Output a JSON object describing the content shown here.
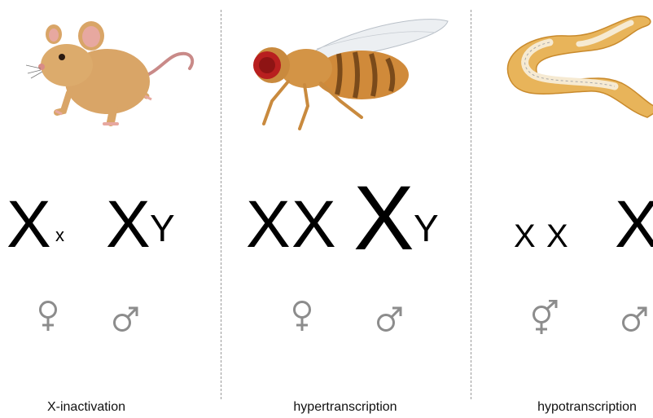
{
  "panels": [
    {
      "organism": "mouse",
      "female_chromosomes": [
        "X",
        "x"
      ],
      "male_chromosomes": [
        "X",
        "Y"
      ],
      "female_symbol": "♀",
      "male_symbol": "♂",
      "caption": "X-inactivation"
    },
    {
      "organism": "fruit-fly",
      "female_chromosomes": [
        "X",
        "X"
      ],
      "male_chromosomes": [
        "X",
        "Y"
      ],
      "female_symbol": "♀",
      "male_symbol": "♂",
      "caption": "hypertranscription"
    },
    {
      "organism": "nematode",
      "hermaphrodite_chromosomes": [
        "X",
        "X"
      ],
      "male_chromosomes": [
        "X"
      ],
      "hermaphrodite_symbol": "⚥",
      "male_symbol": "♂",
      "caption": "hypotranscription"
    }
  ],
  "colors": {
    "symbol": "#8c8c8c",
    "divider": "#9a9a9a",
    "mouse_fur": "#d9a567",
    "fly_body": "#d08a3a",
    "fly_eye": "#b81f1f",
    "worm_body": "#e8b45a"
  }
}
